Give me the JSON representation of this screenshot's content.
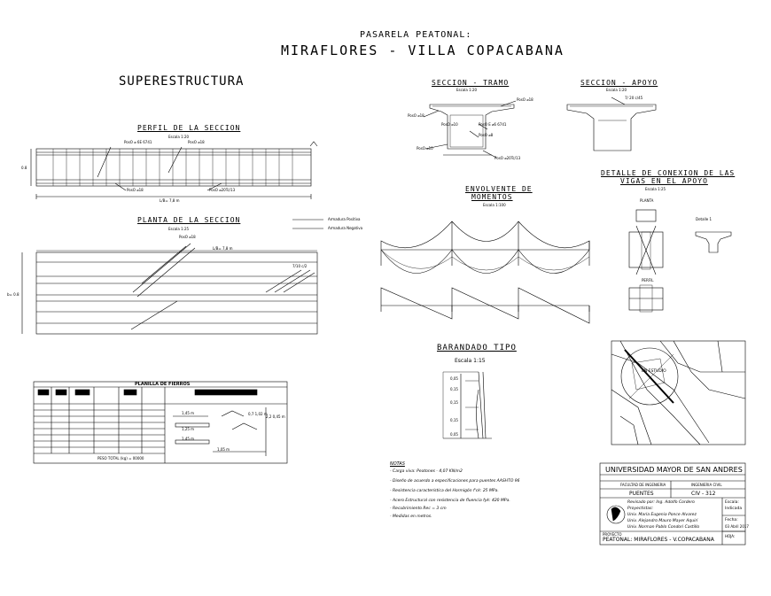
{
  "header": {
    "subtitle": "PASARELA PEATONAL:",
    "title": "MIRAFLORES - VILLA COPACABANA"
  },
  "superestructura": {
    "label": "SUPERESTRUCTURA"
  },
  "perfil": {
    "title": "PERFIL DE LA SECCION",
    "scale": "Escala 1:20",
    "callout1": "PosO ⌀ 6E 6741",
    "callout2": "PosO ⌀18",
    "callout3": "PosO ⌀18",
    "callout4": "PosO ⌀20Tc/13",
    "length": "L/B= 7,8 m",
    "side": "0.8"
  },
  "planta": {
    "title": "PLANTA DE LA SECCION",
    "scale": "Escala 1:25",
    "callout": "PosO ⌀18",
    "length": "L/B= 7,8 m",
    "legend1": "Armadura Positiva",
    "legend2": "Armadura Negativa",
    "side": "b= 0.8",
    "tag": "7/10 c/2"
  },
  "tramo": {
    "title": "SECCION - TRAMO",
    "scale": "Escala 1:20",
    "c1": "PosO ⌀18",
    "c2": "PosO ⌀18",
    "c3": "PosO ⌀10",
    "c4": "PosO E ⌀6 6741",
    "c5": "PosO ⌀8",
    "c6": "PosO ⌀10",
    "c7": "PosO ⌀20Tc/13"
  },
  "apoyo": {
    "title": "SECCION - APOYO",
    "scale": "Escala 1:20",
    "c1": "7/ 20 c/45"
  },
  "envolvente": {
    "title1": "ENVOLVENTE DE",
    "title2": "MOMENTOS",
    "scale": "Escala 1:100"
  },
  "detalle": {
    "title1": "DETALLE DE CONEXION DE LAS",
    "title2": "VIGAS EN EL APOYO",
    "scale": "Escala 1:25",
    "planta": "PLANTA",
    "perfil": "PERFIL",
    "detalle": "Detalle 1"
  },
  "barandado": {
    "title": "BARANDADO TIPO",
    "scale": "Escala 1:15",
    "d1": "0,05",
    "d2": "0,15",
    "d3": "0,15",
    "d4": "0,15",
    "d5": "0,05"
  },
  "planilla": {
    "title": "PLANILLA DE FIERROS",
    "h1": "1,45 m",
    "h2": "1,25 m",
    "h3": "1,45 m",
    "h4": "1,05 m",
    "h5": "0,7 1,02 m",
    "h6": "2,2 0,45 m",
    "total": "PESO TOTAL (kg) = 00000"
  },
  "notas": {
    "title": "NOTAS",
    "n1": "- Carga viva: Peatones - 4,07 KN/m2",
    "n2": "- Diseño de acuerdo a especificaciones para puentes AASHTO 96",
    "n3": "- Resistencia característica del Hormigón f'ck: 25 MPa.",
    "n4": "- Acero Estructural con resistencia de fluencia fyk: 420 MPa.",
    "n5": "- Recubrimiento Rec = 3 cm",
    "n6": "- Medidas en metros."
  },
  "titleblock": {
    "university": "UNIVERSIDAD MAYOR DE SAN ANDRES",
    "facultad": "FACULTAD DE INGENIERIA",
    "carrera": "INGENIERIA CIVIL",
    "course": "PUENTES",
    "code": "CIV - 312",
    "r1": "Revisado por: Ing. Adolfo Cordero",
    "r2": "Proyectistas:",
    "r3": "Univ. Maria Eugenia Ponce Alvarez",
    "r4": "Univ. Alejandro Mauro Mayer Aquiri",
    "r5": "Univ. Norman Pablo Condori Castillo",
    "esc1": "Escala:",
    "esc2": "Indicada",
    "fecha1": "Fecha:",
    "fecha2": "03 Abril 2017",
    "proyecto_lbl": "PROYECTO",
    "proyecto": "PEATONAL: MIRAFLORES - V.COPACABANA",
    "hoja": "HOJA:"
  },
  "map": {
    "label": "EN ESTUDIO"
  }
}
